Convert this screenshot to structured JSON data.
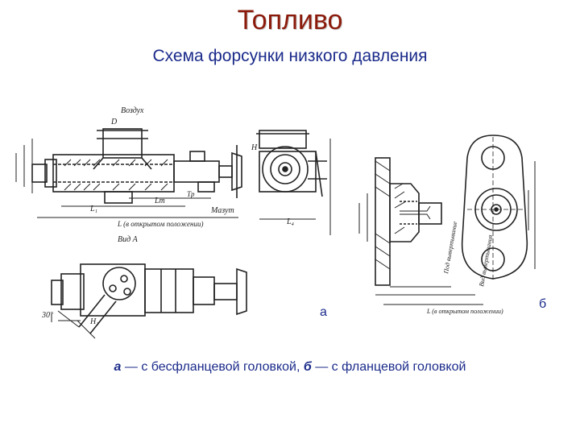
{
  "title": "Топливо",
  "subtitle": "Схема форсунки низкого давления",
  "labels": {
    "a": "а",
    "b": "б"
  },
  "caption": {
    "a_letter": "а",
    "a_text": " — с бесфланцевой головкой, ",
    "b_letter": "б",
    "b_text": " — с фланцевой головкой"
  },
  "drawing_text": {
    "vozdukh": "Воздух",
    "mazut": "Мазут",
    "vid_a": "Вид А",
    "otkryt_polozh": "L (в открытом положении)",
    "otkryt_polozh_b": "L (в открытом положении)",
    "gabarit_l1": "L₁",
    "gabarit_lt": "Lт",
    "gabarit_l4": "L₄",
    "angle": "30°",
    "d": "D",
    "h": "H",
    "h1": "H₁",
    "tr_label": "Tp",
    "flange_label": "Под вывертывание",
    "flange_label2": "Вид вывертывания"
  },
  "colors": {
    "title": "#8b1a0a",
    "text": "#1a2a8a",
    "ink": "#222222"
  }
}
